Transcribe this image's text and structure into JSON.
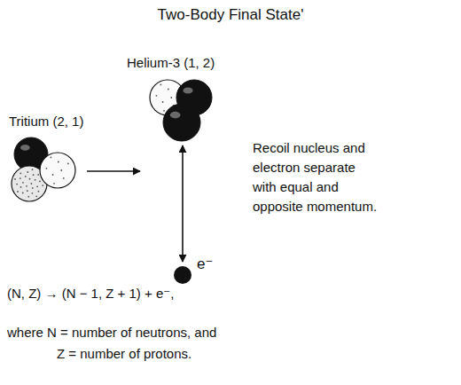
{
  "diagram": {
    "title": "Two-Body Final State'",
    "nodes": [
      {
        "text": [
          "Helium-3 (1, 2)"
        ]
      },
      {
        "text": [
          "Tritium (2, 1)"
        ]
      },
      {
        "text": [
          "e⁻"
        ]
      }
    ],
    "edges": [
      {
        "from": 0,
        "to": 2,
        "arrow": "both"
      }
    ],
    "labels": [
      "Recoil nucleus and electron separate with equal and opposite momentum.",
      "(N, Z) → (N − 1, Z + 1) + e⁻,",
      "where N = number of neutrons, and",
      "Z = number of protons."
    ]
  }
}
